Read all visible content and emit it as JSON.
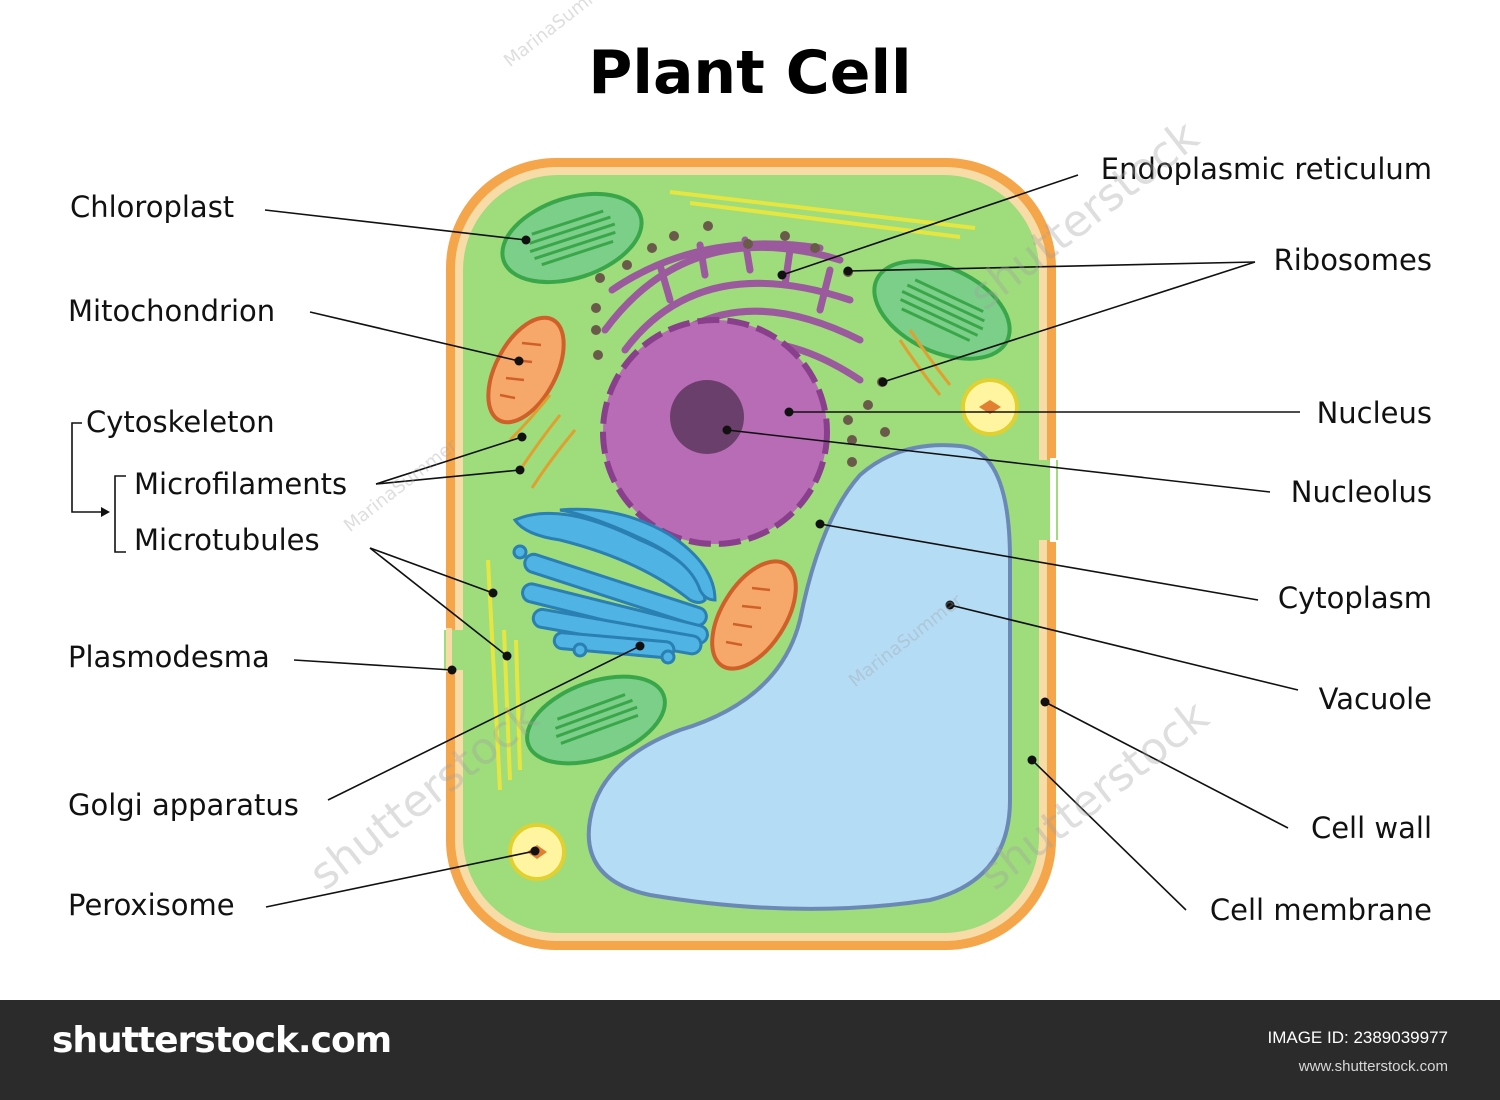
{
  "title": "Plant Cell",
  "labels_left": {
    "chloroplast": "Chloroplast",
    "mitochondrion": "Mitochondrion",
    "cytoskeleton": "Cytoskeleton",
    "microfilaments": "Microfilaments",
    "microtubules": "Microtubules",
    "plasmodesma": "Plasmodesma",
    "golgi": "Golgi apparatus",
    "peroxisome": "Peroxisome"
  },
  "labels_right": {
    "er": "Endoplasmic reticulum",
    "ribosomes": "Ribosomes",
    "nucleus": "Nucleus",
    "nucleolus": "Nucleolus",
    "cytoplasm": "Cytoplasm",
    "vacuole": "Vacuole",
    "cell_wall": "Cell wall",
    "cell_membrane": "Cell membrane"
  },
  "footer": {
    "logo": "shutterstock.com",
    "image_id": "IMAGE ID: 2389039977",
    "url": "www.shutterstock.com"
  },
  "watermark": {
    "author": "MarinaSummer",
    "brand": "shutterstock"
  },
  "colors": {
    "cell_wall": "#f5a54a",
    "membrane": "#f8dca8",
    "cytoplasm": "#9fdc7c",
    "nucleus": "#b86cb6",
    "nucleolus": "#6b3f6b",
    "er": "#9b5a9d",
    "vacuole": "#b5dcf5",
    "golgi": "#4fb3e3",
    "mitochondrion": "#f5a86a",
    "chloroplast": "#7ccf88",
    "peroxisome": "#fff5a0",
    "microtubules": "#e6e640",
    "microfilaments": "#e0a030",
    "footer_bg": "#2b2b2b"
  }
}
